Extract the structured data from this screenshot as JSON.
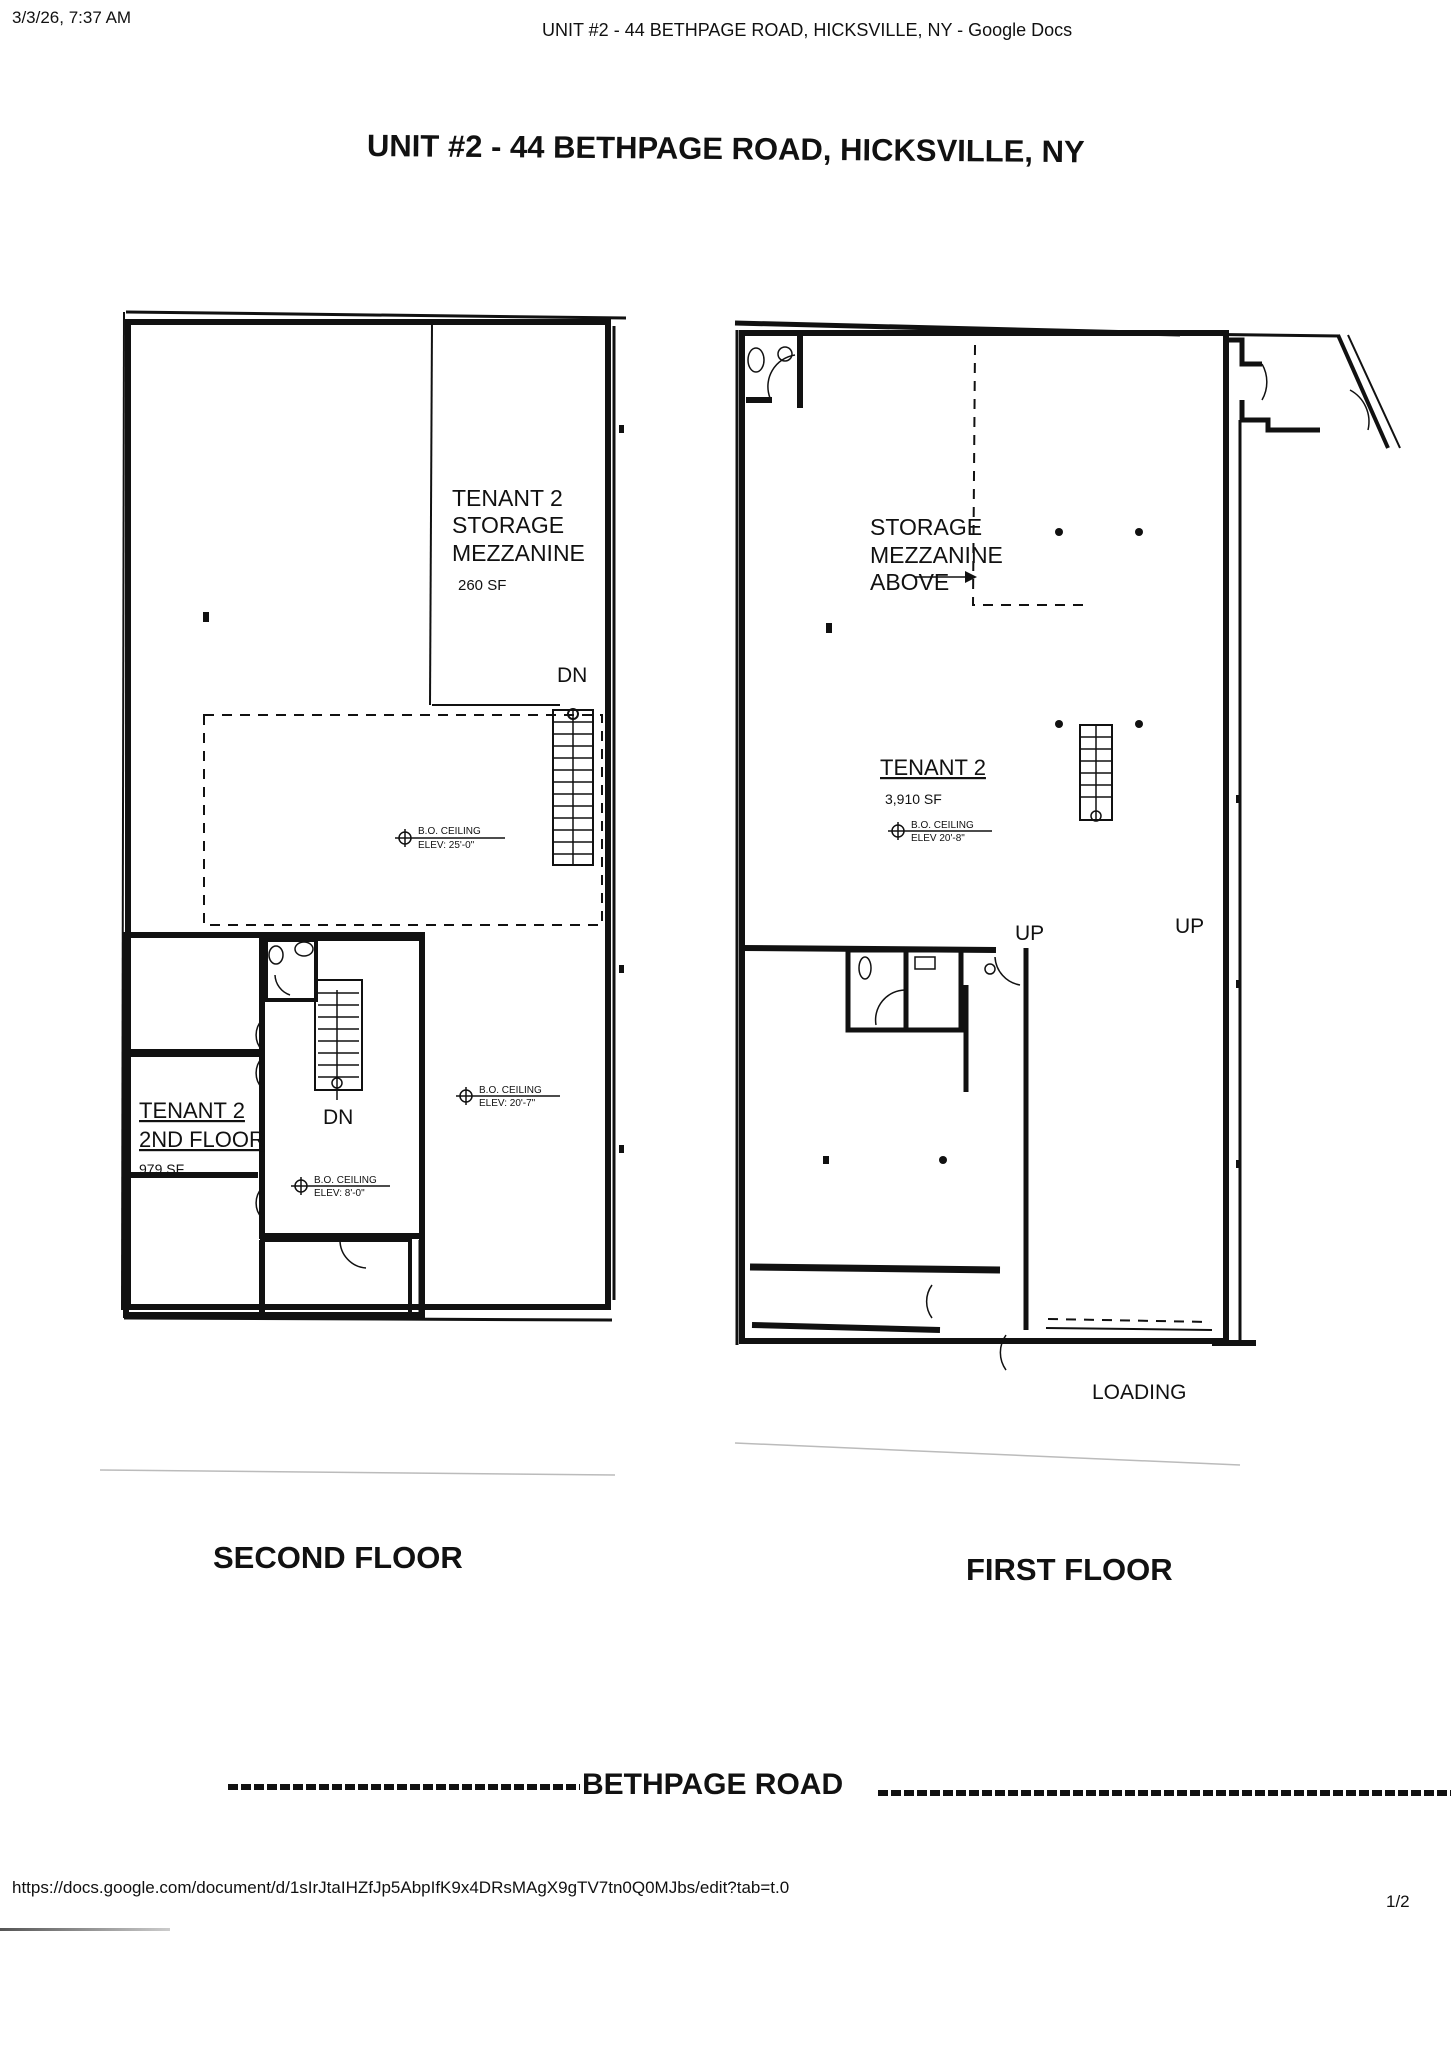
{
  "print_header": {
    "date_time": "3/3/26, 7:37 AM",
    "page_title": "UNIT #2 - 44 BETHPAGE ROAD, HICKSVILLE, NY - Google Docs"
  },
  "document": {
    "title": "UNIT #2 - 44 BETHPAGE ROAD, HICKSVILLE, NY",
    "second_floor": {
      "caption": "SECOND FLOOR",
      "mezzanine": {
        "line1": "TENANT 2",
        "line2": "STORAGE",
        "line3": "MEZZANINE",
        "area": "260 SF"
      },
      "office": {
        "line1": "TENANT 2",
        "line2": "2ND FLOOR",
        "area": "979 SF"
      },
      "stairs_labels": [
        "DN",
        "DN"
      ],
      "ceilings": [
        {
          "label": "B.O. CEILING",
          "elev": "ELEV: 25'-0\""
        },
        {
          "label": "B.O. CEILING",
          "elev": "ELEV: 20'-7\""
        },
        {
          "label": "B.O. CEILING",
          "elev": "ELEV: 8'-0\""
        }
      ]
    },
    "first_floor": {
      "caption": "FIRST FLOOR",
      "tenant": {
        "name": "TENANT 2",
        "area": "3,910 SF"
      },
      "mezzanine_note": {
        "line1": "STORAGE",
        "line2": "MEZZANINE",
        "line3": "ABOVE"
      },
      "ceiling": {
        "label": "B.O. CEILING",
        "elev": "ELEV 20'-8\""
      },
      "stairs_labels": [
        "UP",
        "UP"
      ],
      "loading_label": "LOADING"
    },
    "road_label": "BETHPAGE ROAD"
  },
  "print_footer": {
    "url": "https://docs.google.com/document/d/1sIrJtaIHZfJp5AbpIfK9x4DRsMAgX9gTV7tn0Q0MJbs/edit?tab=t.0",
    "page": "1/2"
  }
}
